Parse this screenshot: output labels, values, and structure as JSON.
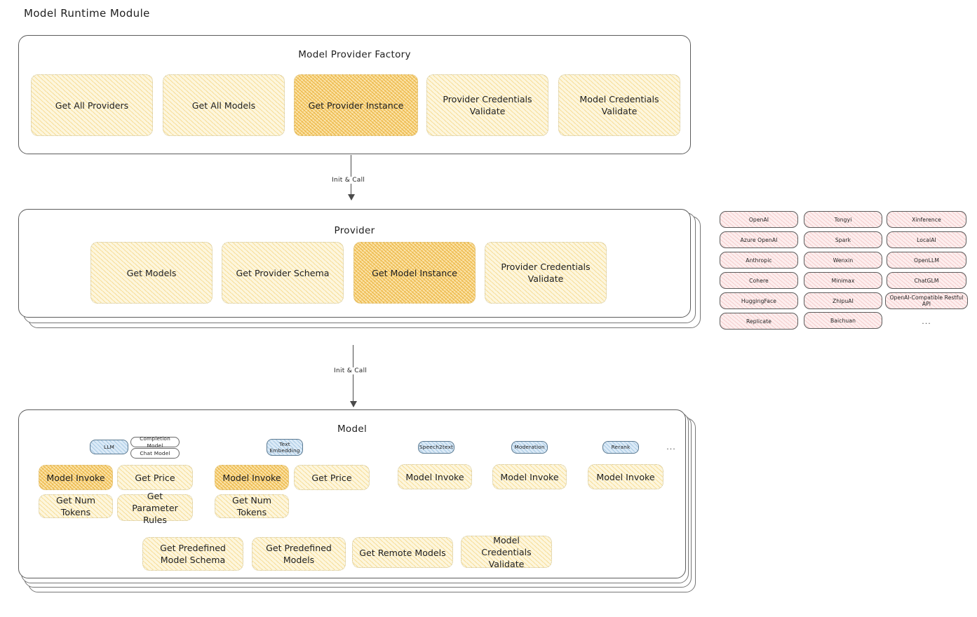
{
  "page": {
    "title": "Model Runtime Module"
  },
  "factory": {
    "title": "Model Provider Factory",
    "nodes": [
      {
        "label": "Get All Providers",
        "highlight": false
      },
      {
        "label": "Get All Models",
        "highlight": false
      },
      {
        "label": "Get Provider Instance",
        "highlight": true
      },
      {
        "label": "Provider Credentials Validate",
        "highlight": false
      },
      {
        "label": "Model Credentials Validate",
        "highlight": false
      }
    ]
  },
  "arrows": [
    {
      "label": "Init & Call"
    },
    {
      "label": "Init & Call"
    }
  ],
  "provider": {
    "title": "Provider",
    "nodes": [
      {
        "label": "Get Models",
        "highlight": false
      },
      {
        "label": "Get Provider Schema",
        "highlight": false
      },
      {
        "label": "Get Model Instance",
        "highlight": true
      },
      {
        "label": "Provider Credentials Validate",
        "highlight": false
      }
    ]
  },
  "provider_list": {
    "ellipsis": "...",
    "columns": [
      {
        "items": [
          "OpenAI",
          "Azure OpenAI",
          "Anthropic",
          "Cohere",
          "HuggingFace",
          "Replicate"
        ]
      },
      {
        "items": [
          "Tongyi",
          "Spark",
          "Wenxin",
          "Minimax",
          "ZhipuAI",
          "Baichuan"
        ]
      },
      {
        "items": [
          "Xinference",
          "LocalAI",
          "OpenLLM",
          "ChatGLM",
          "OpenAI-Compatible Restful API"
        ]
      }
    ]
  },
  "model": {
    "title": "Model",
    "ellipsis": "...",
    "badges": [
      {
        "label": "LLM",
        "style": "blue"
      },
      {
        "label": "Completion Model",
        "style": "plain"
      },
      {
        "label": "Chat Model",
        "style": "plain"
      },
      {
        "label": "Text Embedding",
        "style": "blue"
      },
      {
        "label": "Speech2text",
        "style": "blue"
      },
      {
        "label": "Moderation",
        "style": "blue"
      },
      {
        "label": "Rerank",
        "style": "blue"
      }
    ],
    "groups": [
      {
        "name": "llm",
        "nodes": [
          {
            "label": "Model Invoke",
            "highlight": true
          },
          {
            "label": "Get Price",
            "highlight": false
          },
          {
            "label": "Get Num Tokens",
            "highlight": false
          },
          {
            "label": "Get Parameter Rules",
            "highlight": false
          }
        ]
      },
      {
        "name": "text-embedding",
        "nodes": [
          {
            "label": "Model Invoke",
            "highlight": true
          },
          {
            "label": "Get Price",
            "highlight": false
          },
          {
            "label": "Get Num Tokens",
            "highlight": false
          }
        ]
      },
      {
        "name": "speech2text",
        "nodes": [
          {
            "label": "Model Invoke",
            "highlight": false
          }
        ]
      },
      {
        "name": "moderation",
        "nodes": [
          {
            "label": "Model Invoke",
            "highlight": false
          }
        ]
      },
      {
        "name": "rerank",
        "nodes": [
          {
            "label": "Model Invoke",
            "highlight": false
          }
        ]
      }
    ],
    "common_nodes": [
      {
        "label": "Get Predefined Model Schema"
      },
      {
        "label": "Get Predefined Models"
      },
      {
        "label": "Get Remote Models"
      },
      {
        "label": "Model Credentials Validate"
      }
    ]
  },
  "colors": {
    "node_fill": "#fdf6dd",
    "node_fill_strong": "#fbe3a8",
    "badge_blue": "#dbeaf7",
    "chip_pink": "#fdeeee",
    "stroke": "#5c5c5c",
    "text": "#1e1e1e"
  }
}
